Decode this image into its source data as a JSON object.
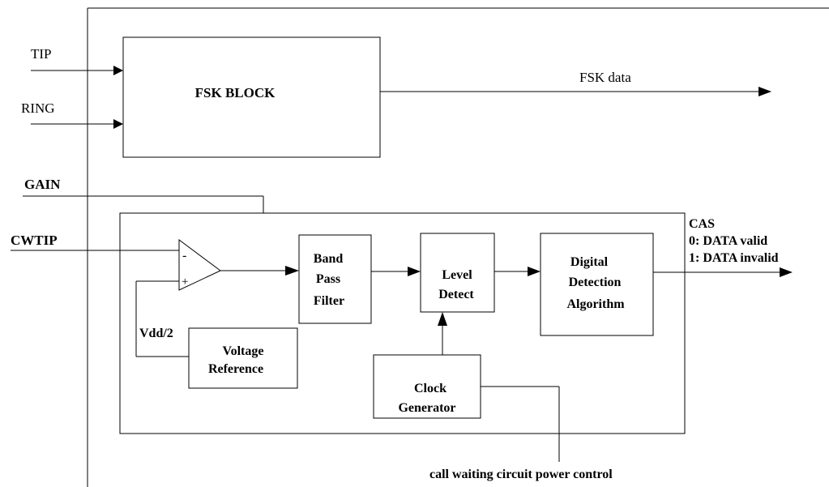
{
  "blocks": {
    "fsk_block": "FSK BLOCK",
    "band_pass_line1": "Band",
    "band_pass_line2": "Pass",
    "band_pass_line3": "Filter",
    "level_detect_line1": "Level",
    "level_detect_line2": "Detect",
    "digital_line1": "Digital",
    "digital_line2": "Detection",
    "digital_line3": "Algorithm",
    "voltage_ref_line1": "Voltage",
    "voltage_ref_line2": "Reference",
    "clock_line1": "Clock",
    "clock_line2": "Generator"
  },
  "signals": {
    "tip": "TIP",
    "ring": "RING",
    "fsk_data": "FSK data",
    "gain": "GAIN",
    "cwtip": "CWTIP",
    "vdd_half": "Vdd/2",
    "cas_line1": "CAS",
    "cas_line2": "0: DATA valid",
    "cas_line3": "1: DATA invalid",
    "power_control": "call waiting circuit power control"
  },
  "opamp": {
    "minus": "-",
    "plus": "+"
  }
}
